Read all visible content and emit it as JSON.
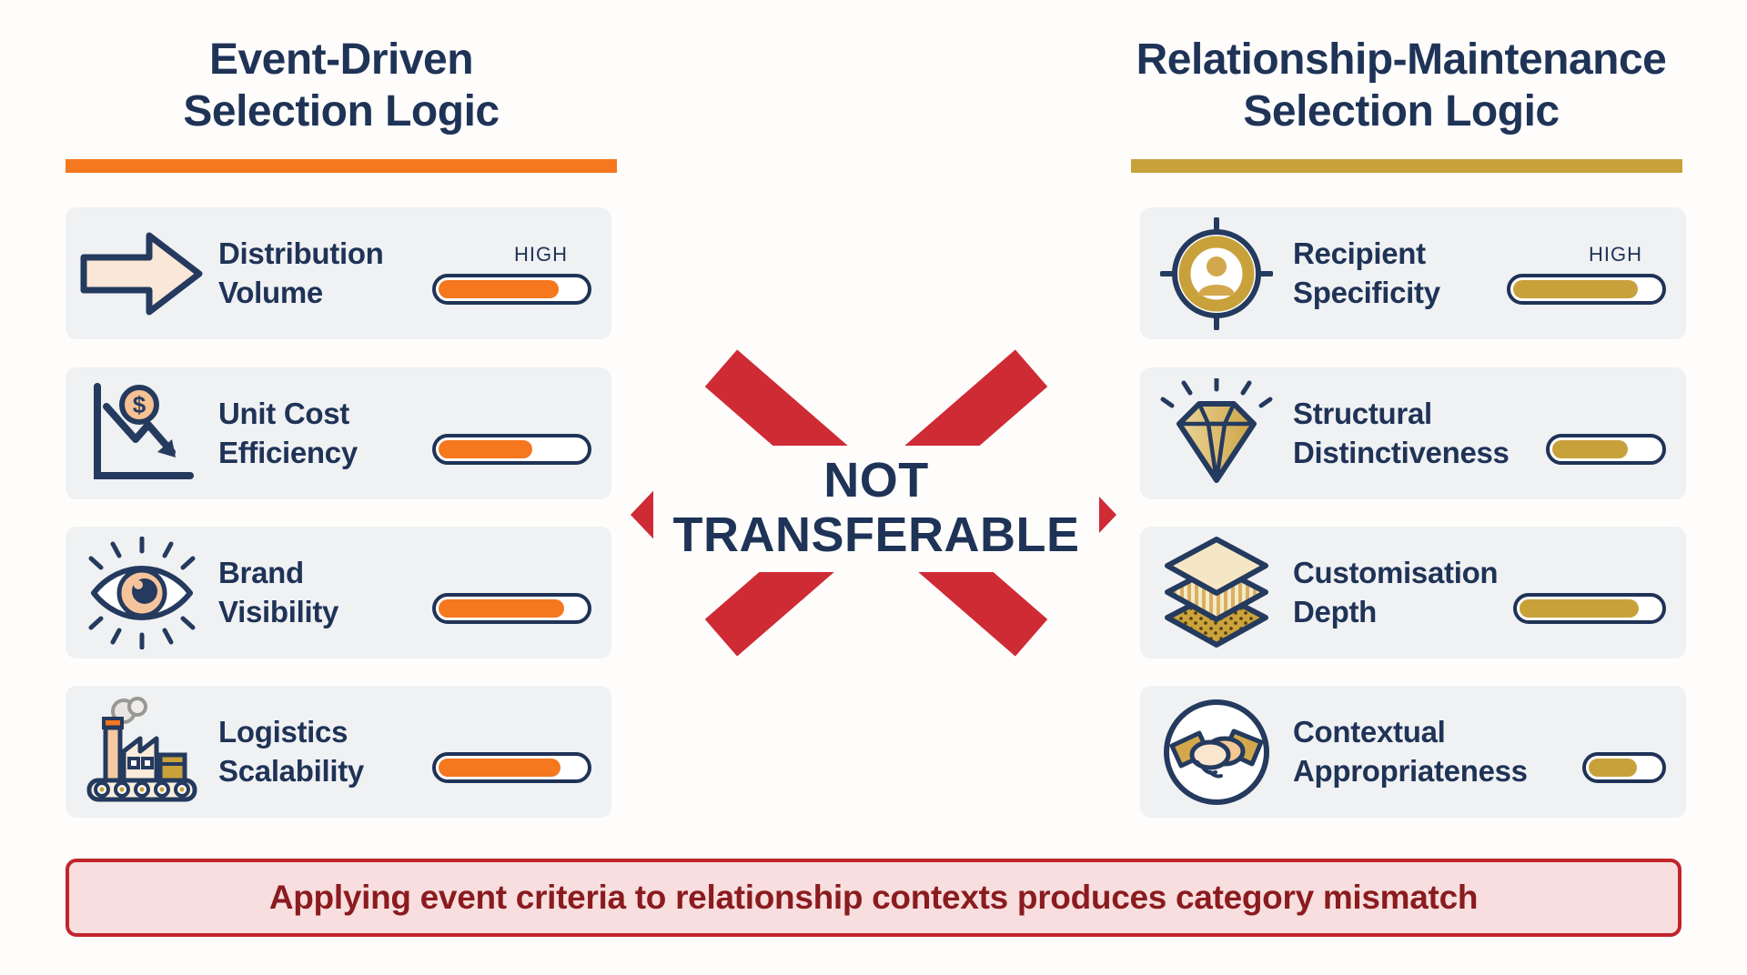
{
  "colors": {
    "page-bg": "#FEFDFB",
    "navy": "#1F3357",
    "orange": "#F5771E",
    "gold": "#C8A13B",
    "red": "#CF2B35",
    "card-bg": "#F0F1F3",
    "banner-bg": "#F8DEDE",
    "banner-border": "#C3242B",
    "banner-text": "#8A1B1F",
    "cream": "#FAE7D7"
  },
  "left": {
    "title_line1": "Event-Driven",
    "title_line2": "Selection Logic",
    "accent": "#F5771E",
    "cards": [
      {
        "icon": "arrow-right-icon",
        "line1": "Distribution",
        "line2": "Volume",
        "level": "HIGH",
        "fill_percent": 82
      },
      {
        "icon": "declining-cost-chart-icon",
        "line1": "Unit Cost",
        "line2": "Efficiency",
        "level": "",
        "fill_percent": 64
      },
      {
        "icon": "eye-icon",
        "line1": "Brand",
        "line2": "Visibility",
        "level": "",
        "fill_percent": 86
      },
      {
        "icon": "factory-conveyor-icon",
        "line1": "Logistics",
        "line2": "Scalability",
        "level": "",
        "fill_percent": 83
      }
    ]
  },
  "right": {
    "title_line1": "Relationship-Maintenance",
    "title_line2": "Selection Logic",
    "accent": "#C8A13B",
    "cards": [
      {
        "icon": "target-person-icon",
        "line1": "Recipient",
        "line2": "Specificity",
        "level": "HIGH",
        "fill_percent": 85
      },
      {
        "icon": "diamond-icon",
        "line1": "Structural",
        "line2": "Distinctiveness",
        "level": "",
        "fill_percent": 70
      },
      {
        "icon": "layers-icon",
        "line1": "Customisation",
        "line2": "Depth",
        "level": "",
        "fill_percent": 85
      },
      {
        "icon": "handshake-icon",
        "line1": "Contextual",
        "line2": "Appropriateness",
        "level": "",
        "fill_percent": 68
      }
    ]
  },
  "center": {
    "not_line1": "NOT",
    "not_line2": "TRANSFERABLE"
  },
  "banner": {
    "text": "Applying event criteria to relationship contexts produces category mismatch"
  }
}
